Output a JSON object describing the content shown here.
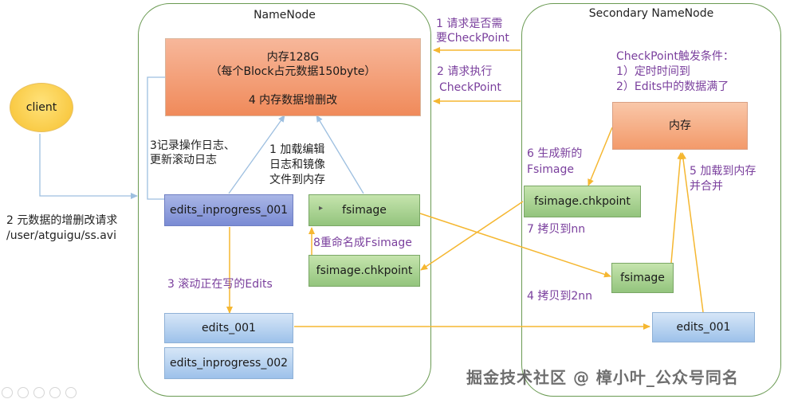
{
  "namenode": {
    "title": "NameNode",
    "memory_line1": "内存128G",
    "memory_line2": "（每个Block占元数据150byte）",
    "memory_line3": "4 内存数据增删改",
    "edits_inprogress_001": "edits_inprogress_001",
    "fsimage": "fsimage",
    "fsimage_chkpoint": "fsimage.chkpoint",
    "edits_001": "edits_001",
    "edits_inprogress_002": "edits_inprogress_002"
  },
  "secondary": {
    "title": "Secondary NameNode",
    "conditions_title": "CheckPoint触发条件：",
    "condition_1": "1）定时时间到",
    "condition_2": "2）Edits中的数据满了",
    "memory": "内存",
    "fsimage_chkpoint": "fsimage.chkpoint",
    "fsimage": "fsimage",
    "edits_001": "edits_001"
  },
  "client": {
    "label": "client"
  },
  "labels": {
    "step1_line1": "1 请求是否需",
    "step1_line2": "要CheckPoint",
    "step2_line1": "2 请求执行",
    "step2_line2": "CheckPoint",
    "record_line1": "3记录操作日志、",
    "record_line2": "更新滚动日志",
    "load_line1": "1 加载编辑",
    "load_line2": "日志和镜像",
    "load_line3": "文件到内存",
    "client_req_line1": "2 元数据的增删改请求",
    "client_req_line2": "/user/atguigu/ss.avi",
    "rename": "8重命名成Fsimage",
    "roll": "3 滚动正在写的Edits",
    "gen_line1": "6 生成新的",
    "gen_line2": "Fsimage",
    "copy_nn": "7 拷贝到nn",
    "copy_2nn": "4 拷贝到2nn",
    "load_merge_line1": "5 加载到内存",
    "load_merge_line2": "并合并"
  },
  "watermark": "掘金技术社区 @ 樟小叶_公众号同名",
  "colors": {
    "frame_green": "#6a9a52",
    "arrow_orange": "#f5b731",
    "arrow_blue": "#9dbfe0",
    "purple_text": "#7a3f9d"
  }
}
